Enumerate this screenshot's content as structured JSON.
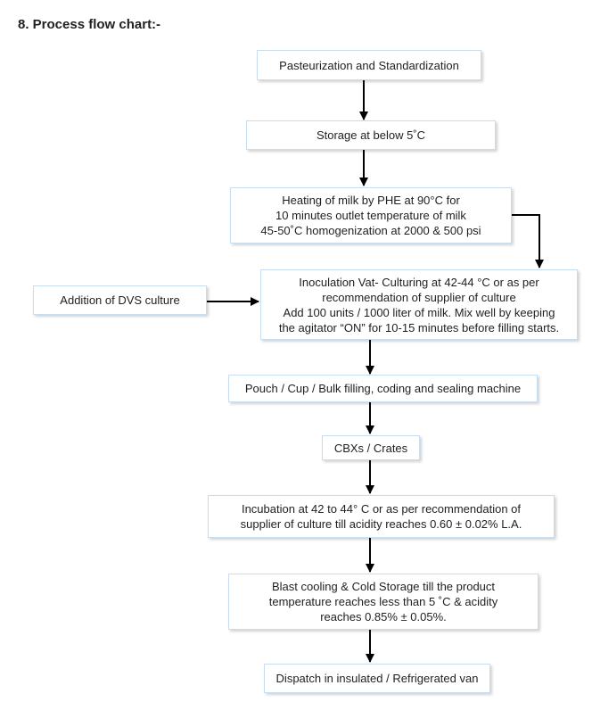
{
  "heading": "8. Process flow chart:-",
  "steps": {
    "pasteurization": [
      "Pasteurization and Standardization"
    ],
    "storage": [
      "Storage at below 5˚C"
    ],
    "heating": [
      "Heating of milk by PHE at 90°C for",
      "10 minutes outlet temperature of milk",
      "45-50˚C homogenization at 2000 & 500 psi"
    ],
    "inoculation": [
      "Inoculation Vat- Culturing at 42-44 °C or as per",
      "recommendation of supplier of culture",
      "Add 100 units / 1000 liter of milk. Mix well by keeping",
      "the agitator “ON” for 10-15 minutes before filling starts."
    ],
    "dvs": [
      "Addition of DVS culture"
    ],
    "filling": [
      "Pouch / Cup / Bulk filling, coding and sealing machine"
    ],
    "crates": [
      "CBXs / Crates"
    ],
    "incubation": [
      "Incubation at 42 to 44° C or as per recommendation of",
      "supplier of culture till acidity reaches 0.60 ± 0.02% L.A."
    ],
    "cooling": [
      "Blast cooling & Cold Storage till the product",
      "temperature reaches less than 5 ˚C & acidity",
      "reaches 0.85% ± 0.05%."
    ],
    "dispatch": [
      "Dispatch in insulated / Refrigerated van"
    ]
  }
}
